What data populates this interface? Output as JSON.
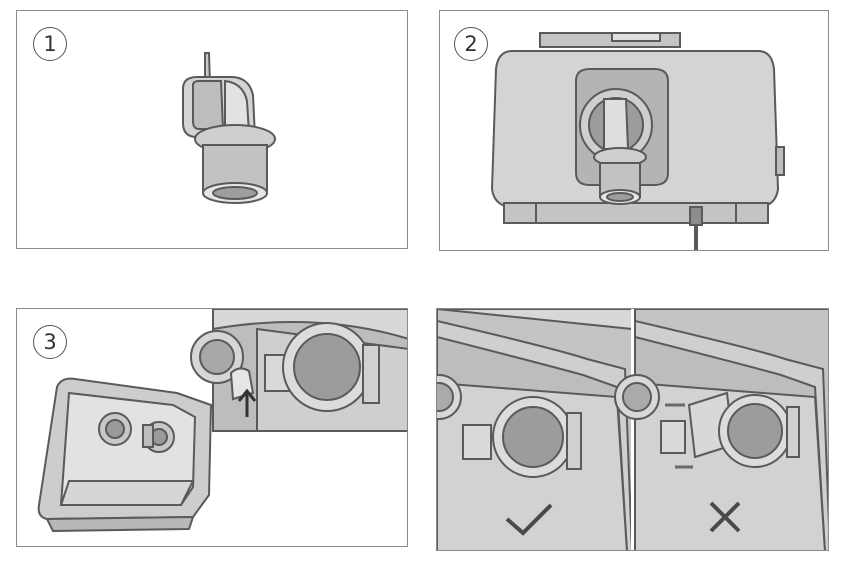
{
  "steps": [
    {
      "number": "1"
    },
    {
      "number": "2"
    },
    {
      "number": "3"
    }
  ],
  "icons": {
    "correct": "check-mark-icon",
    "incorrect": "cross-mark-icon"
  },
  "colors": {
    "frame": "#8a8a8a",
    "device_fill": "#d4d4d4",
    "device_dark": "#a8a8a8",
    "outline": "#5a5a5a"
  }
}
